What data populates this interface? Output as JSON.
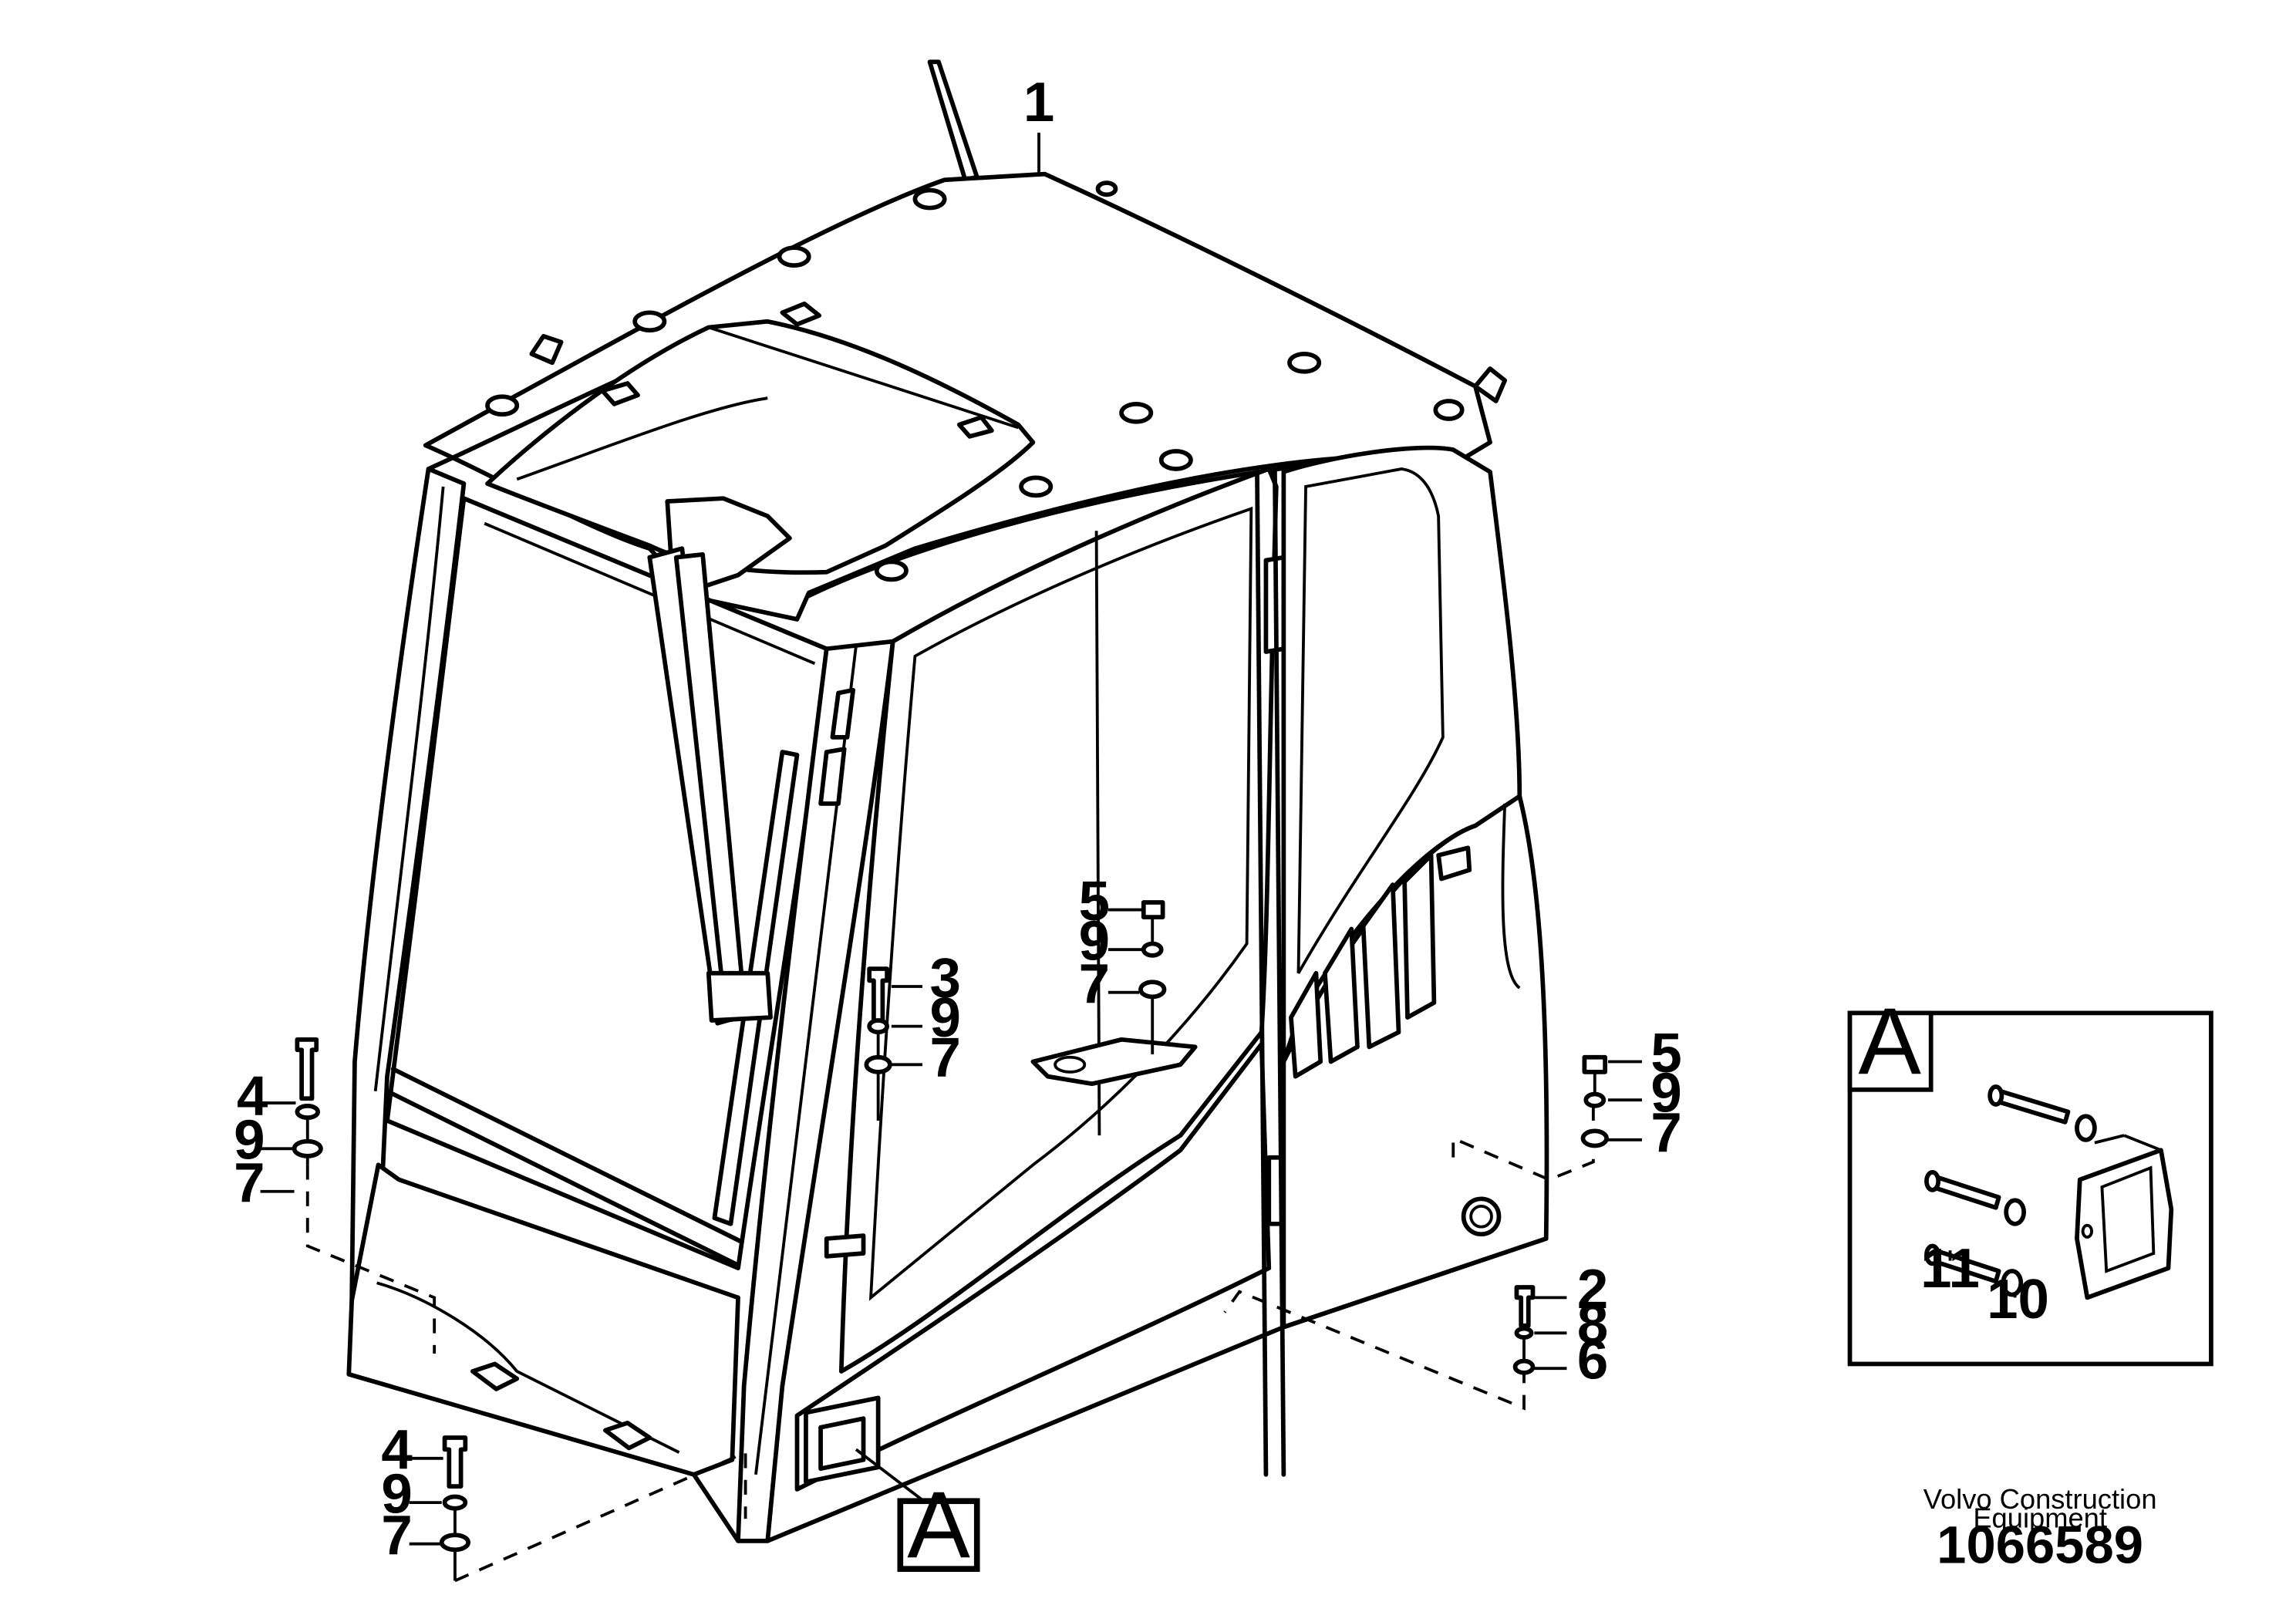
{
  "callouts": {
    "c1": "1",
    "c2": "2",
    "c3": "3",
    "c4a": "4",
    "c4b": "4",
    "c5a": "5",
    "c5b": "5",
    "c6": "6",
    "c7a": "7",
    "c7b": "7",
    "c7c": "7",
    "c7d": "7",
    "c7e": "7",
    "c8": "8",
    "c9a": "9",
    "c9b": "9",
    "c9c": "9",
    "c9d": "9",
    "c9e": "9",
    "c10": "10",
    "c11": "11"
  },
  "detail_marker": "A",
  "detail_box_title": "A",
  "credit_line1": "Volvo Construction",
  "credit_line2": "Equipment",
  "document_number": "1066589"
}
